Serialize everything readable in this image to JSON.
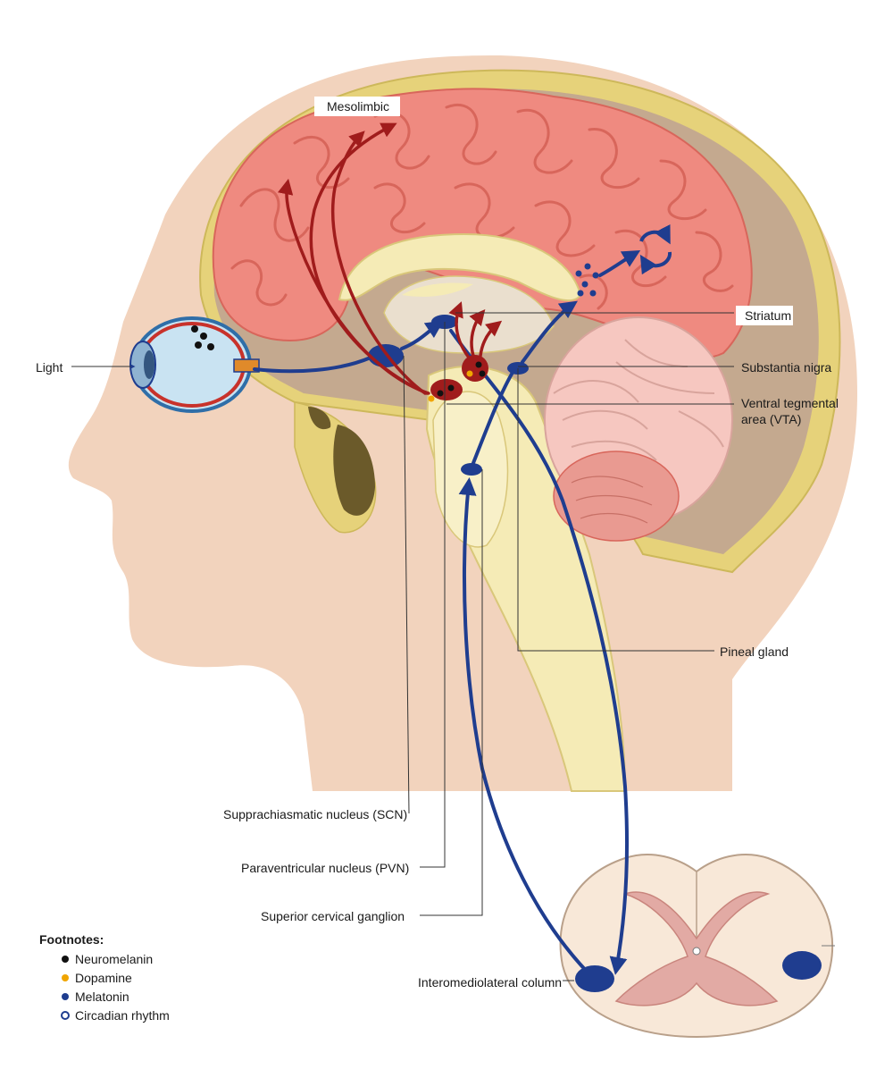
{
  "labels": {
    "light": "Light",
    "mesolimbic": "Mesolimbic",
    "striatum": "Striatum",
    "substantia_nigra": "Substantia nigra",
    "vta_line1": "Ventral tegmental",
    "vta_line2": "area (VTA)",
    "pineal": "Pineal gland",
    "scn": "Supprachiasmatic nucleus (SCN)",
    "pvn": "Paraventricular nucleus (PVN)",
    "scg": "Superior cervical ganglion",
    "iml": "Interomediolateral column"
  },
  "footnotes": {
    "title": "Footnotes:",
    "items": [
      {
        "label": "Neuromelanin",
        "color": "#111111",
        "marker": "filled-dot"
      },
      {
        "label": "Dopamine",
        "color": "#f0a500",
        "marker": "filled-dot"
      },
      {
        "label": "Melatonin",
        "color": "#1f3d8f",
        "marker": "filled-dot"
      },
      {
        "label": "Circadian rhythm",
        "color": "#1f3d8f",
        "marker": "ring"
      }
    ]
  },
  "colors": {
    "skin": "#f2d3bd",
    "skull": "#e6d27a",
    "brain": "#ef8a80",
    "cerebellum": "#f6c7c0",
    "melatonin_pathway": "#1f3d8f",
    "dopamine_pathway": "#a01c1c",
    "spinal_outer": "#f8e8d8",
    "spinal_grey": "#e2aaa4"
  }
}
